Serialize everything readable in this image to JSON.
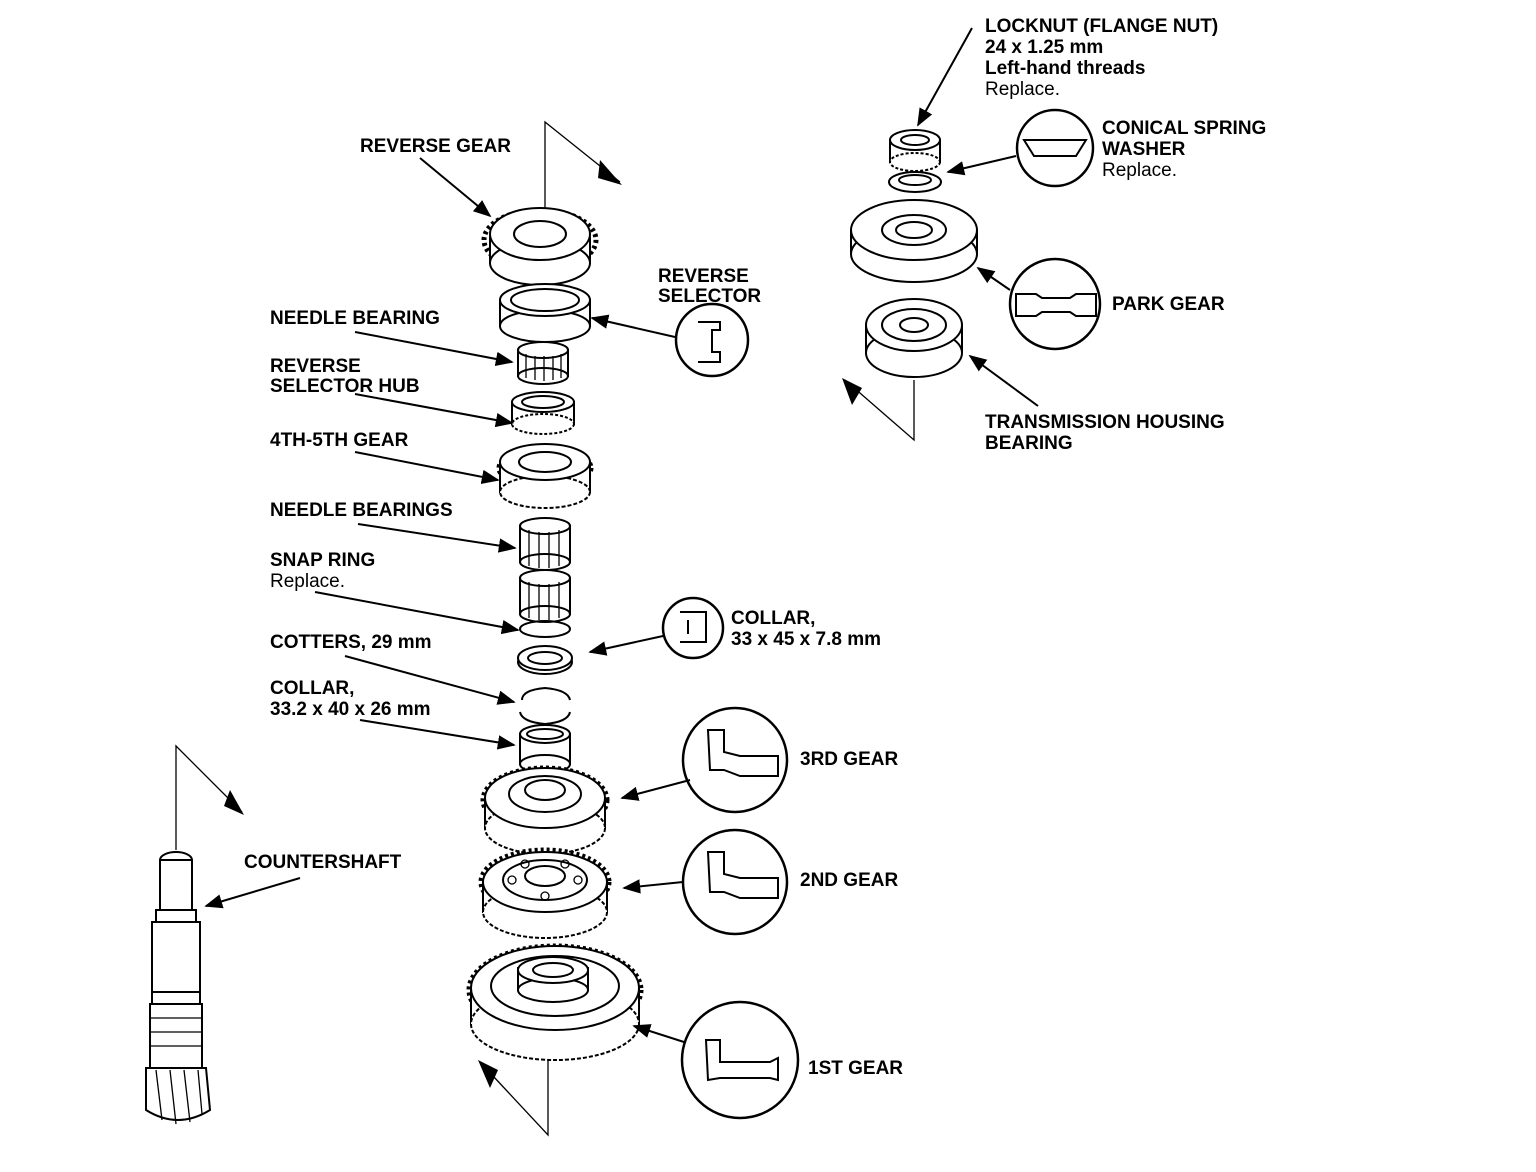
{
  "labels": {
    "locknut": {
      "title": "LOCKNUT (FLANGE NUT)",
      "size": "24 x 1.25 mm",
      "note": "Left-hand threads",
      "replace": "Replace."
    },
    "conical_spring_washer": {
      "line1": "CONICAL SPRING",
      "line2": "WASHER",
      "replace": "Replace."
    },
    "reverse_gear": "REVERSE GEAR",
    "reverse_selector": {
      "line1": "REVERSE",
      "line2": "SELECTOR"
    },
    "needle_bearing": "NEEDLE BEARING",
    "reverse_selector_hub": {
      "line1": "REVERSE",
      "line2": "SELECTOR HUB"
    },
    "gear_4th_5th": "4TH-5TH GEAR",
    "needle_bearings": "NEEDLE BEARINGS",
    "snap_ring": {
      "title": "SNAP RING",
      "replace": "Replace."
    },
    "cotters": "COTTERS, 29 mm",
    "collar_large": {
      "line1": "COLLAR,",
      "line2": "33.2 x 40 x 26 mm"
    },
    "collar_small": {
      "line1": "COLLAR,",
      "line2": "33 x 45 x 7.8 mm"
    },
    "park_gear": "PARK GEAR",
    "transmission_housing_bearing": {
      "line1": "TRANSMISSION HOUSING",
      "line2": "BEARING"
    },
    "gear_3rd": "3RD GEAR",
    "gear_2nd": "2ND GEAR",
    "gear_1st": "1ST GEAR",
    "countershaft": "COUNTERSHAFT"
  }
}
